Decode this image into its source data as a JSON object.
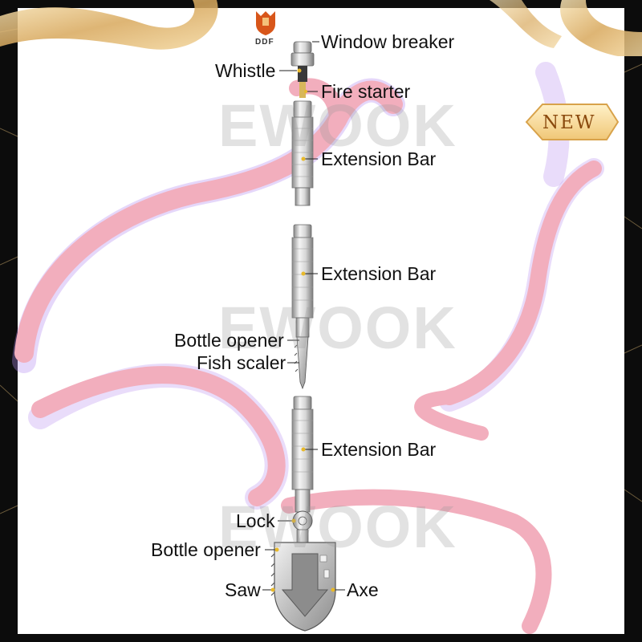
{
  "brand": {
    "logo_text": "DDF"
  },
  "badge": {
    "text": "NEW"
  },
  "watermarks": [
    "EWOOK",
    "EWOOK",
    "EWOOK"
  ],
  "labels": [
    "Window breaker",
    "Whistle",
    "Fire starter",
    "Extension Bar",
    "Extension Bar",
    "Bottle opener",
    "Fish scaler",
    "Extension Bar",
    "Lock",
    "Bottle opener",
    "Saw",
    "Axe"
  ],
  "colors": {
    "frame": "#0c0c0c",
    "ribbon_gold": "#e6c48c",
    "ribbon_pink": "#f2aebd",
    "ribbon_purple": "#b58cf0",
    "badge_gold": "#f4d9a0",
    "steel": "#c9c9c9",
    "leader_dot": "#e8b92a"
  }
}
